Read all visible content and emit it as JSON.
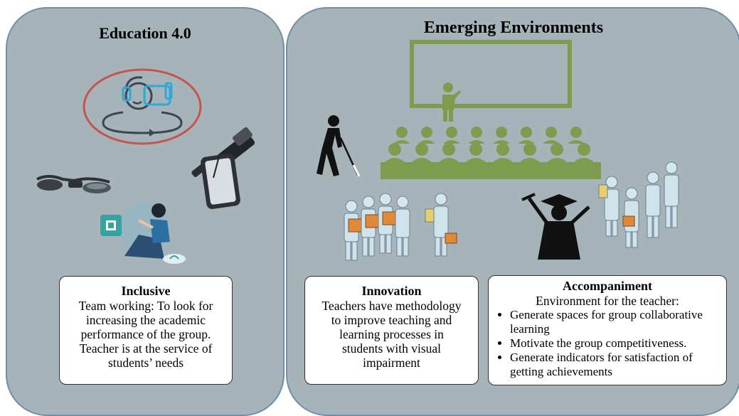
{
  "left_panel": {
    "title": "Education 4.0",
    "card": {
      "title": "Inclusive",
      "lines": [
        "Team working: To look for",
        "increasing the academic",
        "performance of the group.",
        "Teacher is at the service of",
        "students’ needs"
      ]
    }
  },
  "right_panel": {
    "title": "Emerging Environments",
    "innovation_card": {
      "title": "Innovation",
      "lines": [
        "Teachers have methodology",
        "to improve teaching and",
        "learning processes in",
        "students with visual",
        "impairment"
      ]
    },
    "accompaniment_card": {
      "title": "Accompaniment",
      "subtitle": "Environment for the teacher:",
      "bullets": [
        "Generate spaces for group collaborative learning",
        "Motivate the group competitiveness.",
        "Generate indicators for satisfaction of getting achievements"
      ]
    }
  },
  "colors": {
    "panel_fill": "#a6b3b9",
    "panel_border": "#6f8ea8",
    "classroom_green": "#7e9c4e",
    "vr_ring": "#c2564a",
    "vr_blue": "#2ea8d8"
  },
  "icons": [
    "vr-headset-icon",
    "smart-glasses-icon",
    "digital-pen-icon",
    "tablet-icon",
    "vr-user-icon",
    "blind-person-icon",
    "classroom-icon",
    "teacher-icon",
    "team-figures-icon",
    "graduate-icon"
  ]
}
